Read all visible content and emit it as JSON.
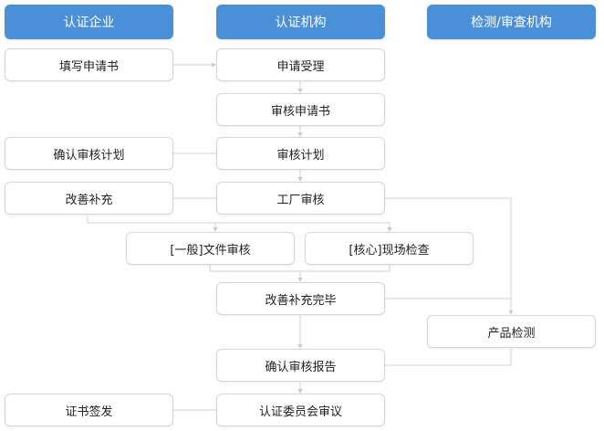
{
  "columns": {
    "enterprise": "认证企业",
    "certification_body": "认证机构",
    "testing_body": "检测/审查机构"
  },
  "nodes": {
    "fill_application": "填写申请书",
    "application_acceptance": "申请受理",
    "review_application": "审核申请书",
    "confirm_audit_plan": "确认审核计划",
    "audit_plan": "审核计划",
    "rectify_supplement": "改善补充",
    "factory_audit": "工厂审核",
    "document_review": "[一般]文件审核",
    "onsite_inspection": "[核心]现场检查",
    "rectification_complete": "改善补充完毕",
    "product_testing": "产品检测",
    "confirm_audit_report": "确认审核报告",
    "certificate_issuance": "证书签发",
    "committee_review": "认证委员会审议"
  },
  "colors": {
    "header_fill": "#4a90d9",
    "header_text": "#ffffff",
    "box_border": "#d6d6d6",
    "connector": "#d3d3d3"
  }
}
